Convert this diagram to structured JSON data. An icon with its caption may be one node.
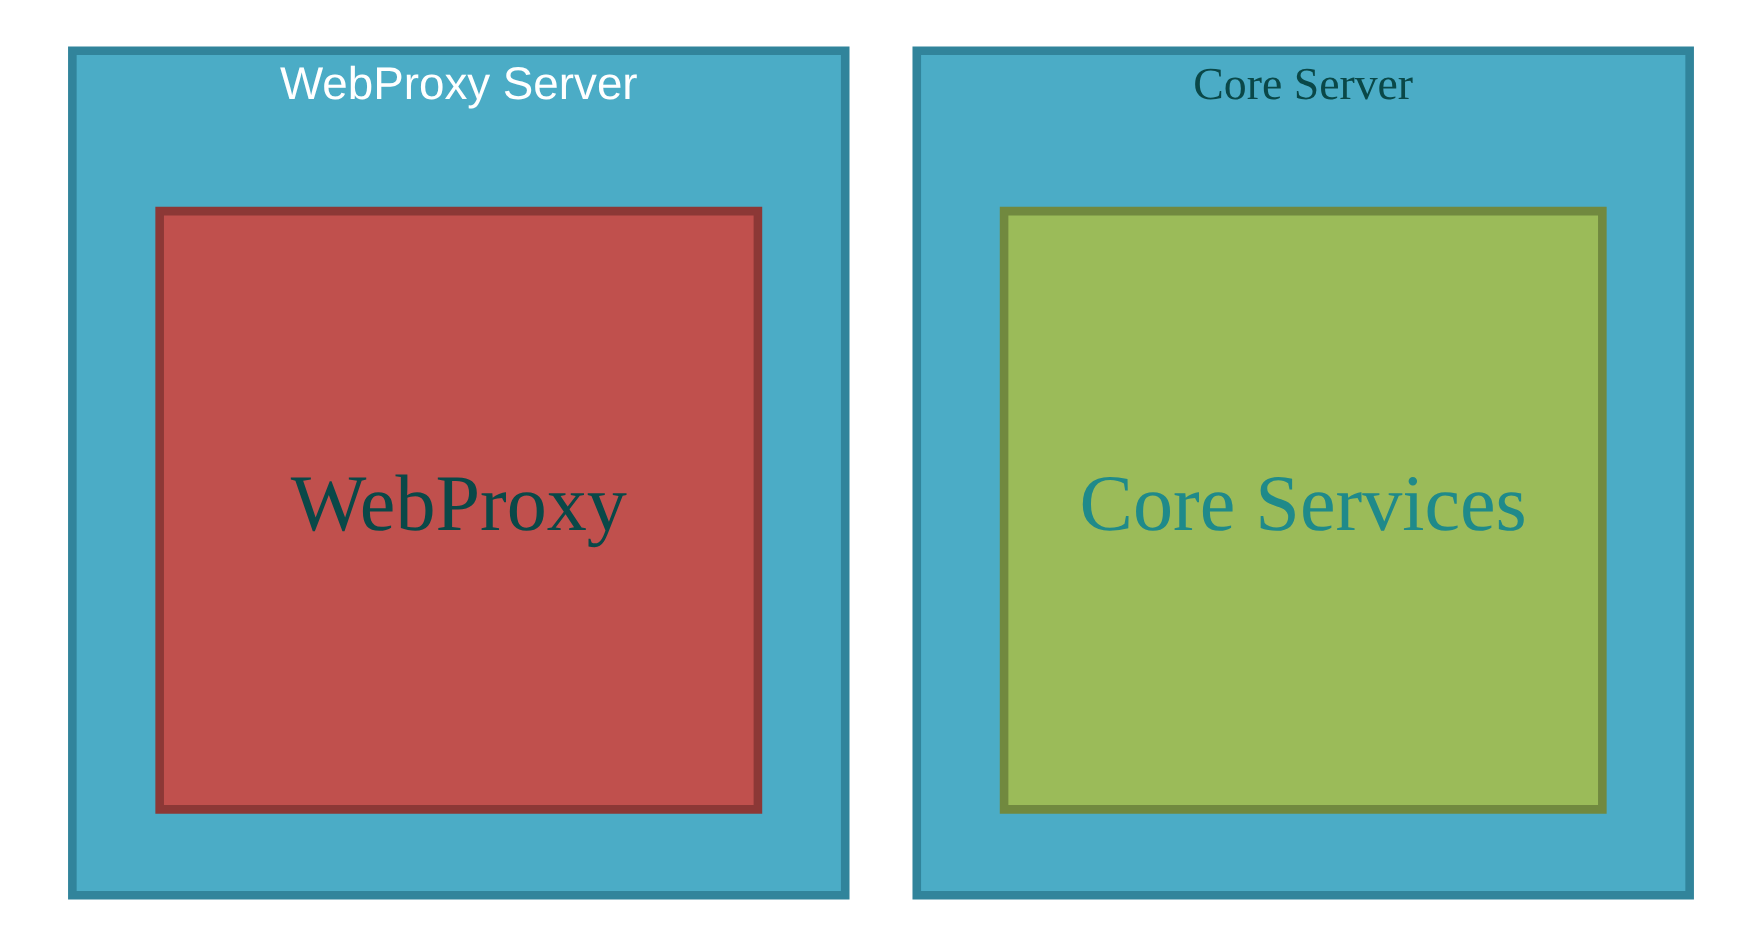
{
  "diagram": {
    "nodes": [
      {
        "text": [
          "WebProxy Server"
        ]
      },
      {
        "text": [
          "WebProxy"
        ],
        "in": 0
      },
      {
        "text": [
          "Core Server"
        ]
      },
      {
        "text": [
          "Core Services"
        ],
        "in": 2
      }
    ]
  }
}
